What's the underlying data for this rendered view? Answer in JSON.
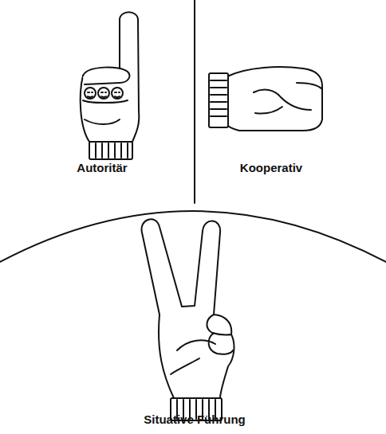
{
  "diagram": {
    "labels": [
      "Autoritär",
      "Kooperativ",
      "Situative Führung"
    ]
  }
}
